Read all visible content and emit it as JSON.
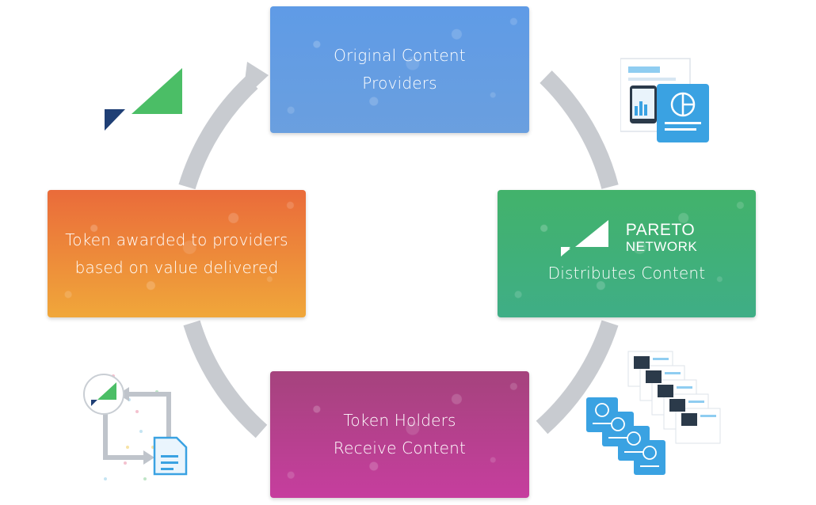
{
  "nodes": {
    "top": {
      "line1": "Original Content",
      "line2": "Providers"
    },
    "right": {
      "brand_line1": "PARETO",
      "brand_line2": "NETWORK",
      "caption": "Distributes Content"
    },
    "bottom": {
      "line1": "Token Holders",
      "line2": "Receive Content"
    },
    "left": {
      "line1": "Token awarded to providers",
      "line2": "based on value delivered"
    }
  },
  "colors": {
    "top": "#6a9fe3",
    "right": "#41b077",
    "bottom": "#b8408f",
    "left": "#ee8a3a",
    "arrows": "#c8cbd0",
    "logo_green": "#4bbe66",
    "logo_navy": "#1f3f75",
    "doc_blue": "#3aa2e2"
  },
  "icons": {
    "logo": "pareto-logo-icon",
    "provider_docs": "documents-icon",
    "distributed_docs": "documents-stack-icon",
    "flow": "logo-to-document-flow-icon"
  }
}
